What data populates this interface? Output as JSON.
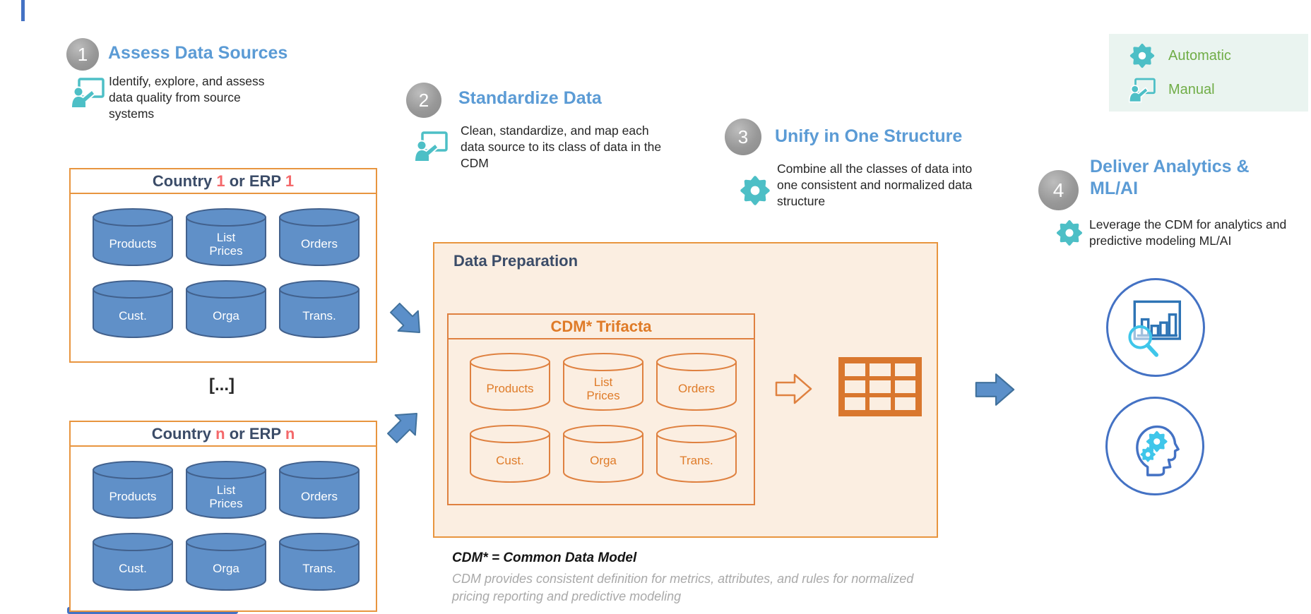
{
  "legend": {
    "automatic": "Automatic",
    "manual": "Manual"
  },
  "steps": [
    {
      "number": "1",
      "title": "Assess Data Sources",
      "mode": "manual",
      "description": "Identify, explore, and assess data quality from source systems"
    },
    {
      "number": "2",
      "title": "Standardize Data",
      "mode": "manual",
      "description": "Clean, standardize, and map each data source to its class of data in the CDM"
    },
    {
      "number": "3",
      "title": "Unify in One Structure",
      "mode": "automatic",
      "description": "Combine all the classes of data into one consistent and normalized data structure"
    },
    {
      "number": "4",
      "title": "Deliver Analytics & ML/AI",
      "mode": "automatic",
      "description": "Leverage the CDM for analytics and predictive modeling ML/AI"
    }
  ],
  "ellipsis": "[...]",
  "source_boxes": [
    {
      "t1": "Country ",
      "n1": "1",
      "t2": " or ERP ",
      "n2": "1",
      "cylinders": [
        "Products",
        "List\nPrices",
        "Orders",
        "Cust.",
        "Orga",
        "Trans."
      ]
    },
    {
      "t1": "Country ",
      "n1": "n",
      "t2": " or ERP ",
      "n2": "n",
      "cylinders": [
        "Products",
        "List\nPrices",
        "Orders",
        "Cust.",
        "Orga",
        "Trans."
      ]
    }
  ],
  "data_prep": {
    "title": "Data Preparation",
    "cdm_title": "CDM* Trifacta",
    "cylinders": [
      "Products",
      "List\nPrices",
      "Orders",
      "Cust.",
      "Orga",
      "Trans."
    ]
  },
  "footnote": {
    "title": "CDM* = Common Data Model",
    "body": "CDM provides consistent definition for metrics, attributes, and rules for normalized pricing reporting and predictive modeling"
  },
  "colors": {
    "heading_blue": "#5B9BD5",
    "navy": "#3B4C68",
    "red_index": "#F4696B",
    "orange_border": "#E8953F",
    "orange_text": "#DF7B28",
    "table_orange": "#D9772E",
    "cream_bg": "#FBEEE1",
    "cylinder_blue": "#6090C8",
    "cylinder_stroke": "#42618D",
    "arrow_blue": "#5B8FC9",
    "teal_icon": "#4DBFC6",
    "cyan_icon": "#3FC6EA",
    "legend_green": "#70AD47",
    "legend_bg": "#EAF4F0",
    "circle_gray": "#9A9A9A",
    "outcome_blue": "#4472C4"
  }
}
